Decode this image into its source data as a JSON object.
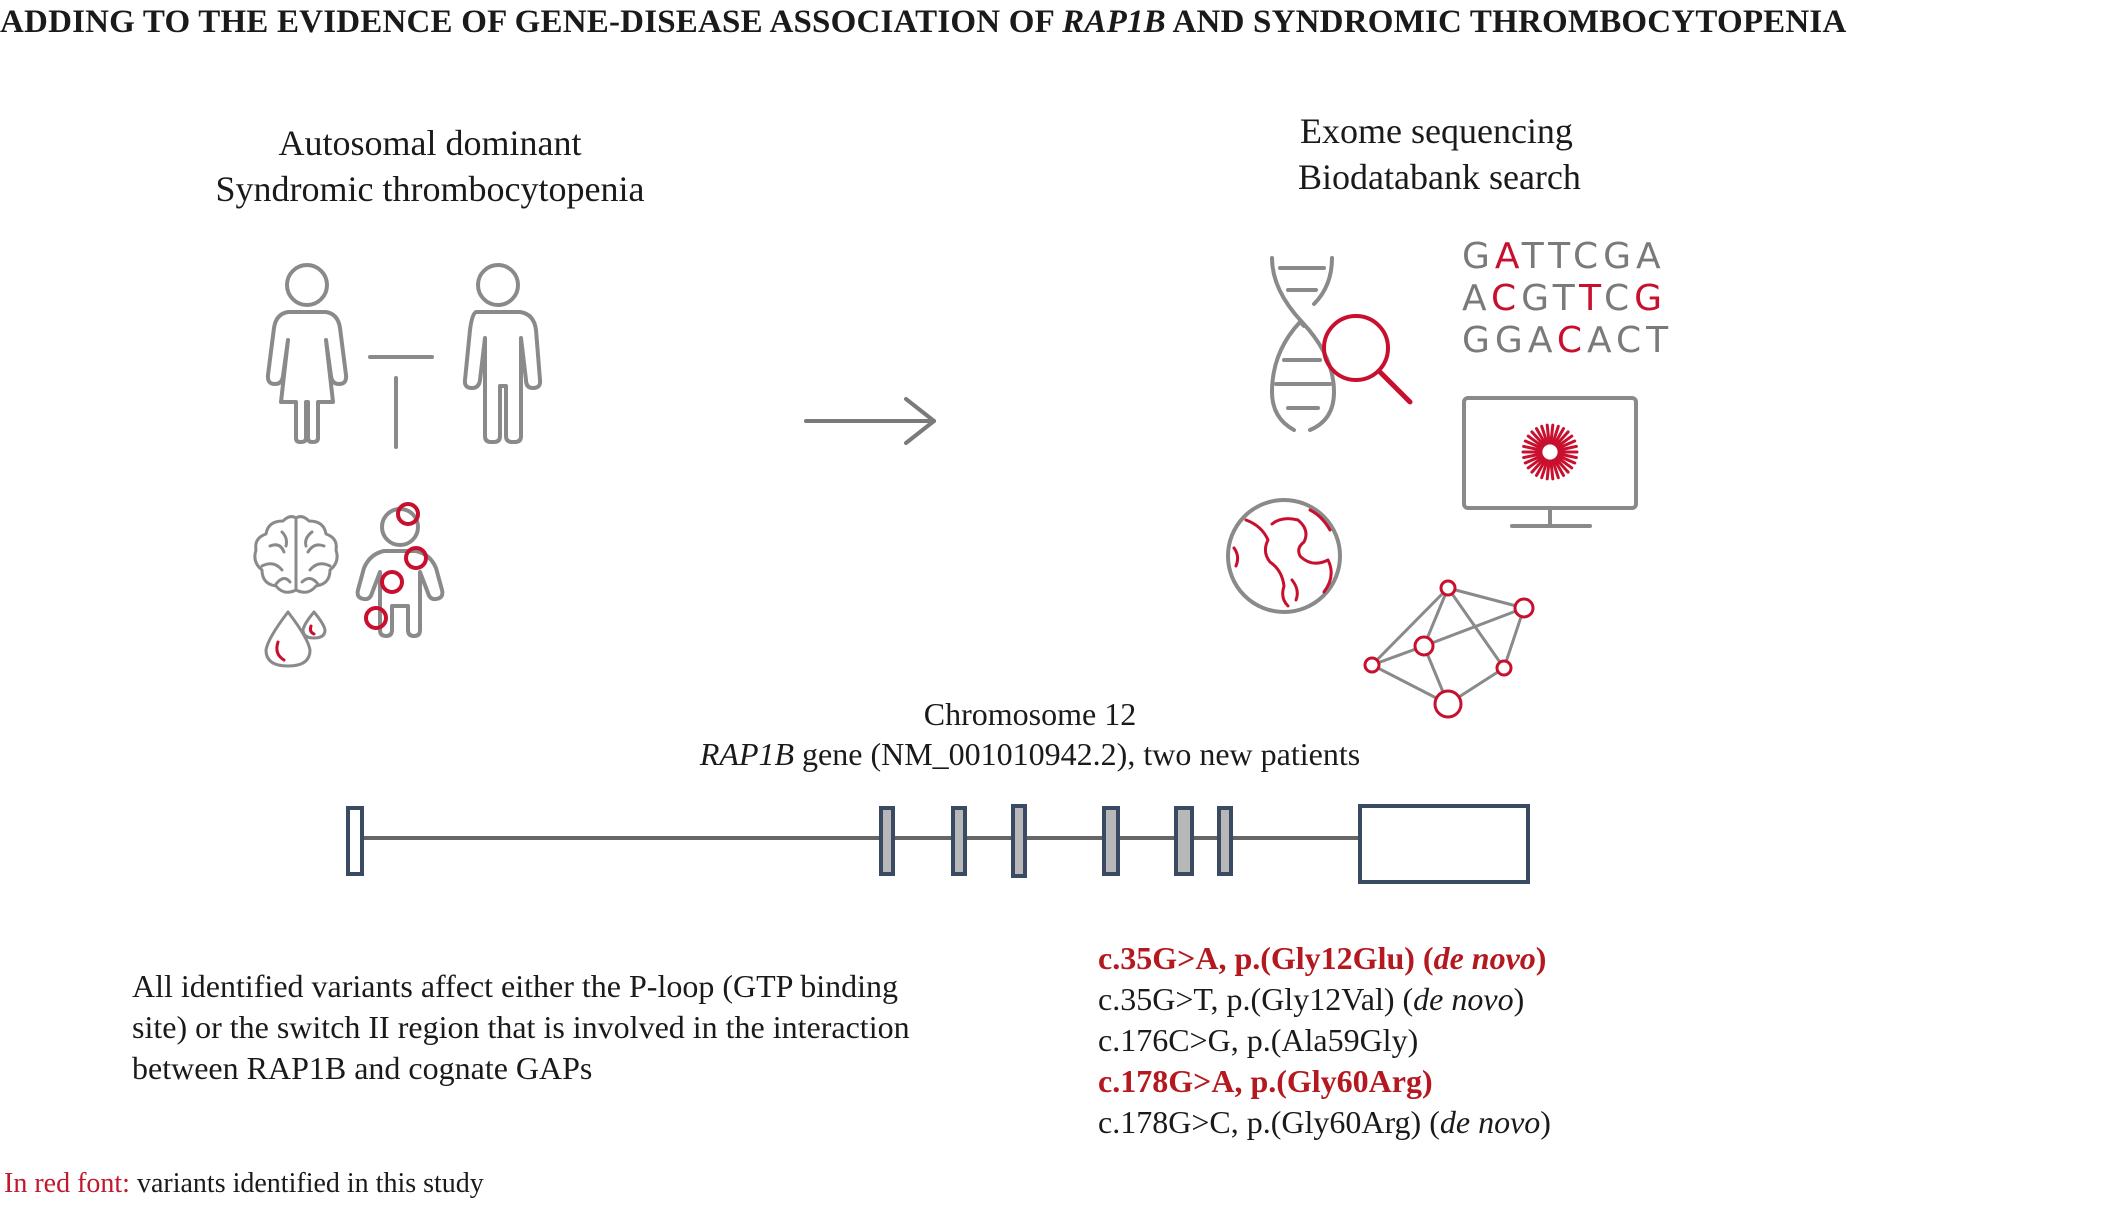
{
  "title": {
    "prefix": "ADDING TO THE EVIDENCE OF GENE-DISEASE ASSOCIATION OF ",
    "gene": "RAP1B",
    "suffix": " AND SYNDROMIC THROMBOCYTOPENIA"
  },
  "left_panel": {
    "line1": "Autosomal dominant",
    "line2": "Syndromic thrombocytopenia"
  },
  "right_panel": {
    "line1": "Exome sequencing",
    "line2": "Biodatabank search"
  },
  "sequence": [
    [
      {
        "t": "G",
        "red": false
      },
      {
        "t": "A",
        "red": true
      },
      {
        "t": "T",
        "red": false
      },
      {
        "t": "T",
        "red": false
      },
      {
        "t": "C",
        "red": false
      },
      {
        "t": "G",
        "red": false
      },
      {
        "t": "A",
        "red": false
      }
    ],
    [
      {
        "t": "A",
        "red": false
      },
      {
        "t": "C",
        "red": true
      },
      {
        "t": "G",
        "red": false
      },
      {
        "t": "T",
        "red": false
      },
      {
        "t": "T",
        "red": true
      },
      {
        "t": "C",
        "red": false
      },
      {
        "t": "G",
        "red": true
      }
    ],
    [
      {
        "t": "G",
        "red": false
      },
      {
        "t": "G",
        "red": false
      },
      {
        "t": "A",
        "red": false
      },
      {
        "t": "C",
        "red": true
      },
      {
        "t": "A",
        "red": false
      },
      {
        "t": "C",
        "red": false
      },
      {
        "t": "T",
        "red": false
      }
    ]
  ],
  "gene_label": {
    "chromosome": "Chromosome 12",
    "gene": "RAP1B",
    "rest": " gene (NM_001010942.2), two new patients"
  },
  "description": {
    "line1": "All identified variants affect either the P-loop (GTP binding",
    "line2": "site) or the switch II region that is involved in the interaction",
    "line3": "between RAP1B and cognate GAPs"
  },
  "variants": [
    {
      "main": "c.35G>A, p.(Gly12Glu) ",
      "paren_open": "(",
      "italic": "de novo",
      "paren_close": ")",
      "bold_red": true
    },
    {
      "main": "c.35G>T, p.(Gly12Val) ",
      "paren_open": "(",
      "italic": "de novo",
      "paren_close": ")",
      "bold_red": false
    },
    {
      "main": "c.176C>G, p.(Ala59Gly)",
      "paren_open": "",
      "italic": "",
      "paren_close": "",
      "bold_red": false
    },
    {
      "main": "c.178G>A, p.(Gly60Arg)",
      "paren_open": "",
      "italic": "",
      "paren_close": "",
      "bold_red": true
    },
    {
      "main": "c.178G>C, p.(Gly60Arg) ",
      "paren_open": "(",
      "italic": "de novo",
      "paren_close": ")",
      "bold_red": false
    }
  ],
  "legend": {
    "red_part": "In red font:",
    "rest": " variants identified in this study"
  },
  "colors": {
    "icon_gray": "#8a8a8a",
    "accent_red": "#c8102e",
    "exon_blue": "#3b4a63",
    "exon_fill_gray": "#b8b8b8"
  },
  "icons": [
    "female-figure-icon",
    "male-figure-icon",
    "brain-icon",
    "blood-drops-icon",
    "child-figure-icon",
    "arrow-right-icon",
    "dna-magnifier-icon",
    "monitor-icon",
    "globe-icon",
    "network-icon"
  ]
}
